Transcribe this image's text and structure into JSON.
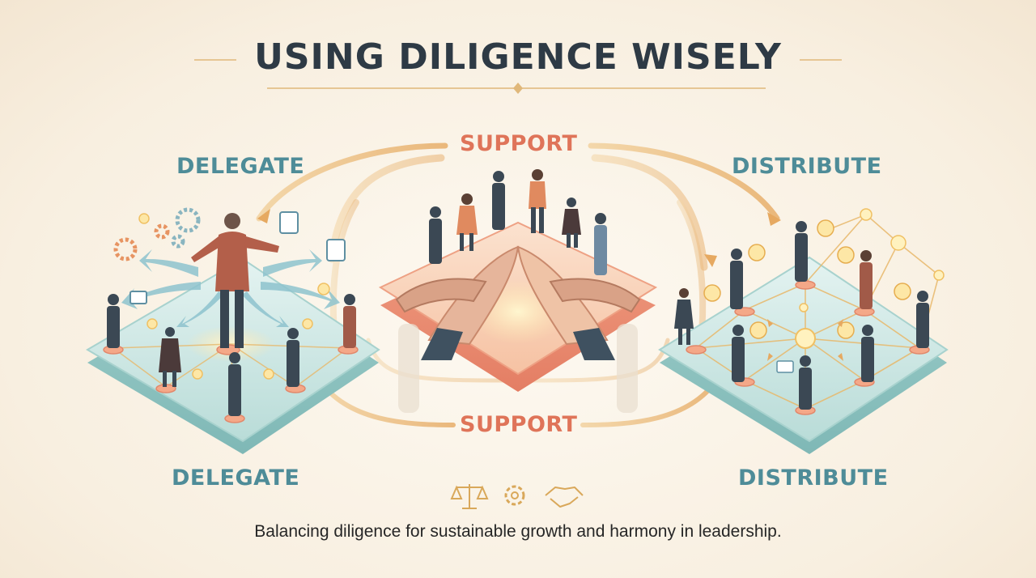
{
  "title": "USING DILIGENCE WISELY",
  "labels": {
    "delegate_top": "DELEGATE",
    "support_top": "SUPPORT",
    "distribute_top": "DISTRIBUTE",
    "support_bottom": "SUPPORT",
    "delegate_bottom": "DELEGATE",
    "distribute_bottom": "DISTRIBUTE"
  },
  "footer_icons": [
    "scales-icon",
    "gear-icon",
    "handshake-icon"
  ],
  "caption": "Balancing diligence for sustainable growth and harmony in leadership.",
  "colors": {
    "title": "#2e3a45",
    "teal": "#4e8c98",
    "coral": "#df7459",
    "gold": "#e8b86a",
    "background": "#fbf5ea"
  }
}
